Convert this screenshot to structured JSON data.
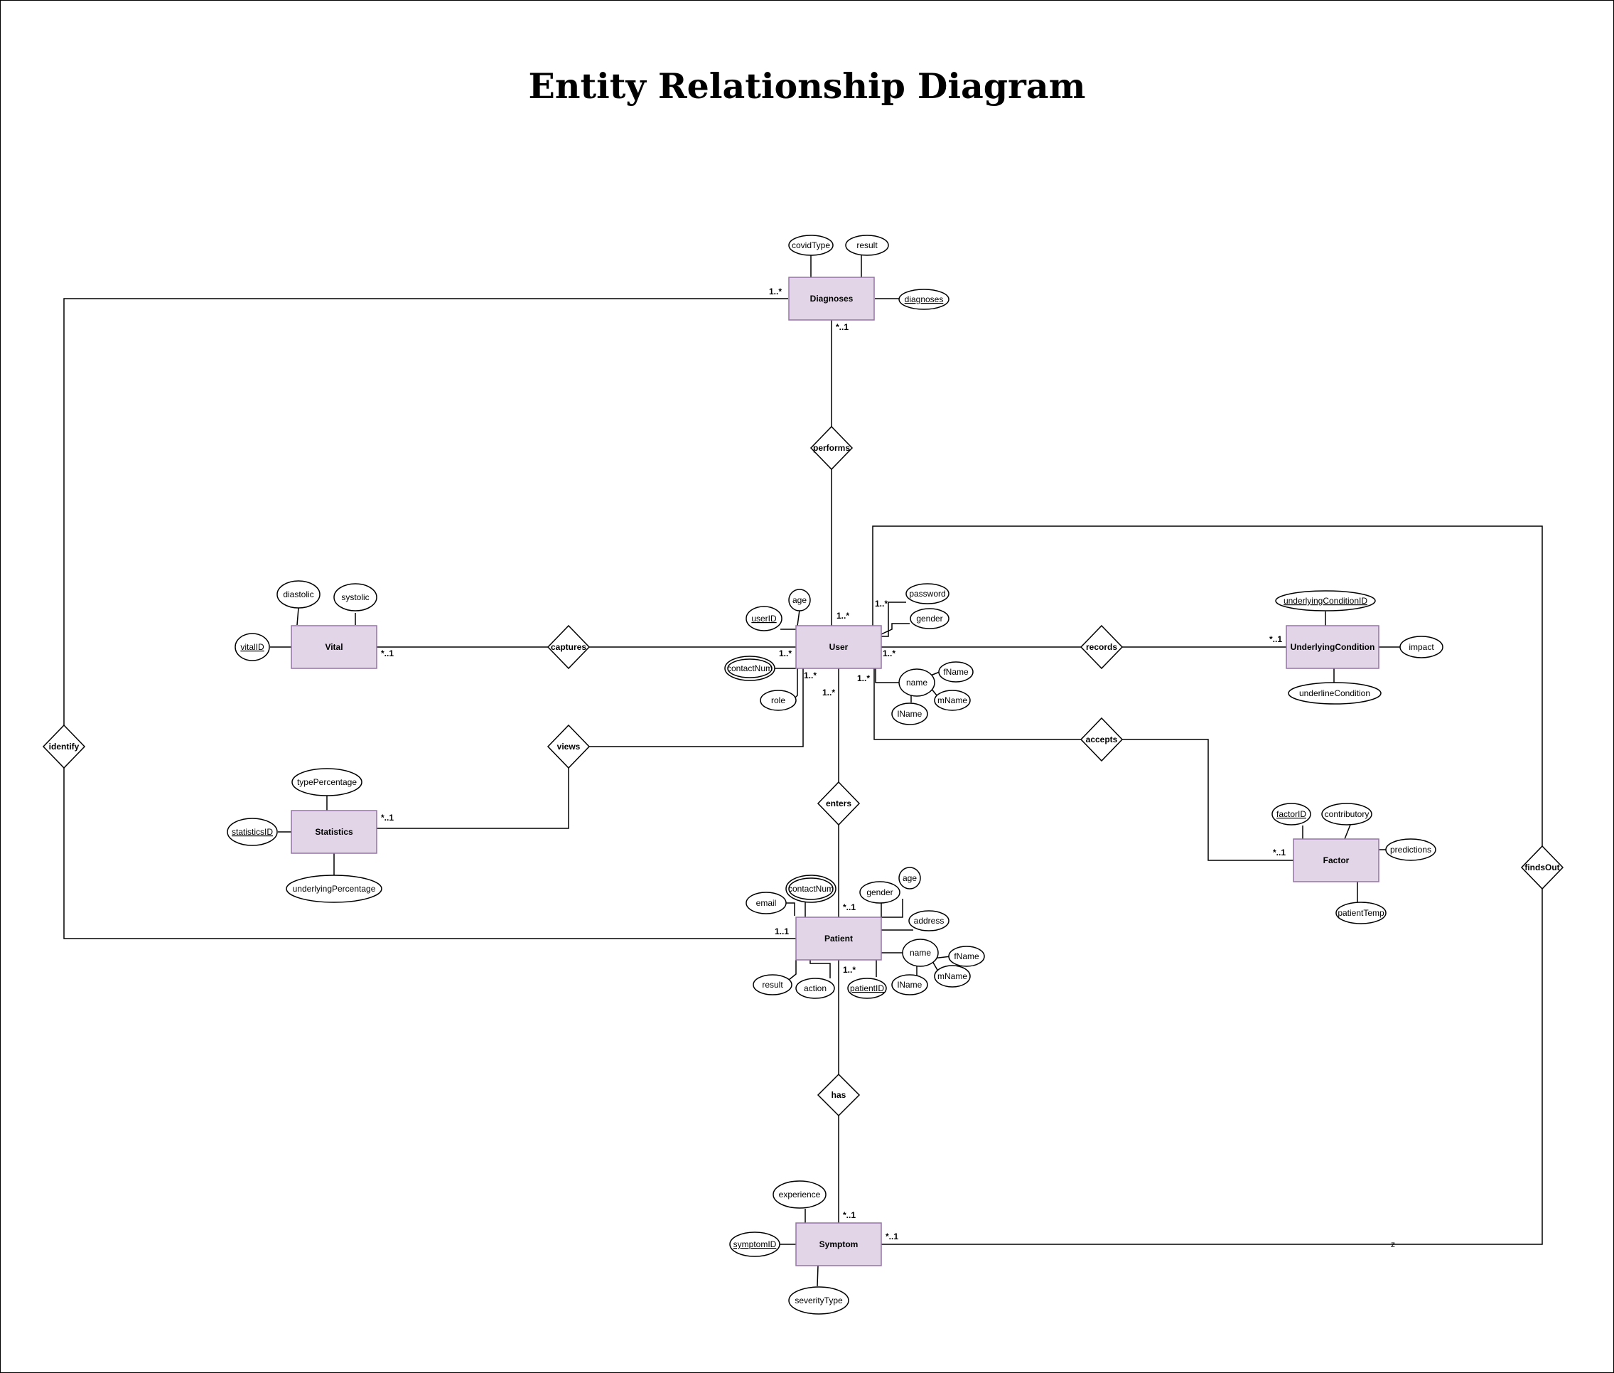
{
  "title": "Entity Relationship Diagram",
  "entities": {
    "diagnoses": "Diagnoses",
    "user": "User",
    "vital": "Vital",
    "statistics": "Statistics",
    "patient": "Patient",
    "symptom": "Symptom",
    "underlyingCondition": "UnderlyingCondition",
    "factor": "Factor"
  },
  "relationships": {
    "performs": "performs",
    "captures": "captures",
    "views": "views",
    "records": "records",
    "accepts": "accepts",
    "enters": "enters",
    "has": "has",
    "identify": "identify",
    "findsOut": "findsOut"
  },
  "attributes": {
    "diagnoses": {
      "covidType": "covidType",
      "result": "result",
      "diagnoses": "diagnoses"
    },
    "user": {
      "age": "age",
      "userID": "userID",
      "contactNum": "contactNum",
      "role": "role",
      "password": "password",
      "gender": "gender",
      "name": "name",
      "fName": "fName",
      "mName": "mName",
      "lName": "lName"
    },
    "vital": {
      "diastolic": "diastolic",
      "systolic": "systolic",
      "vitalID": "vitalID"
    },
    "statistics": {
      "typePercentage": "typePercentage",
      "statisticsID": "statisticsID",
      "underlyingPercentage": "underlyingPercentage"
    },
    "patient": {
      "email": "email",
      "contactNum": "contactNum",
      "gender": "gender",
      "age": "age",
      "address": "address",
      "name": "name",
      "fName": "fName",
      "mName": "mName",
      "lName": "lName",
      "result": "result",
      "action": "action",
      "patientID": "patientID"
    },
    "symptom": {
      "experience": "experience",
      "symptomID": "symptomID",
      "severityType": "severityType"
    },
    "underlyingCondition": {
      "underlyingConditionID": "underlyingConditionID",
      "impact": "impact",
      "underlineCondition": "underlineCondition"
    },
    "factor": {
      "factorID": "factorID",
      "contributory": "contributory",
      "predictions": "predictions",
      "patientTemp": "patientTemp"
    }
  },
  "cardinalities": {
    "diagnoses_identify": "1..*",
    "diagnoses_performs": "*..1",
    "user_performs": "1..*",
    "user_findsOut": "1..*",
    "user_records": "1..*",
    "user_captures": "1..*",
    "user_views": "1..*",
    "user_enters": "1..*",
    "user_accepts": "1..*",
    "vital_captures": "*..1",
    "statistics_views": "*..1",
    "underlying_records": "*..1",
    "factor_accepts": "*..1",
    "patient_enters": "*..1",
    "patient_identify": "1..1",
    "patient_has": "1..*",
    "symptom_has": "*..1",
    "symptom_findsOut": "*..1"
  },
  "marks": {
    "findsOut_endpoint": "z"
  }
}
